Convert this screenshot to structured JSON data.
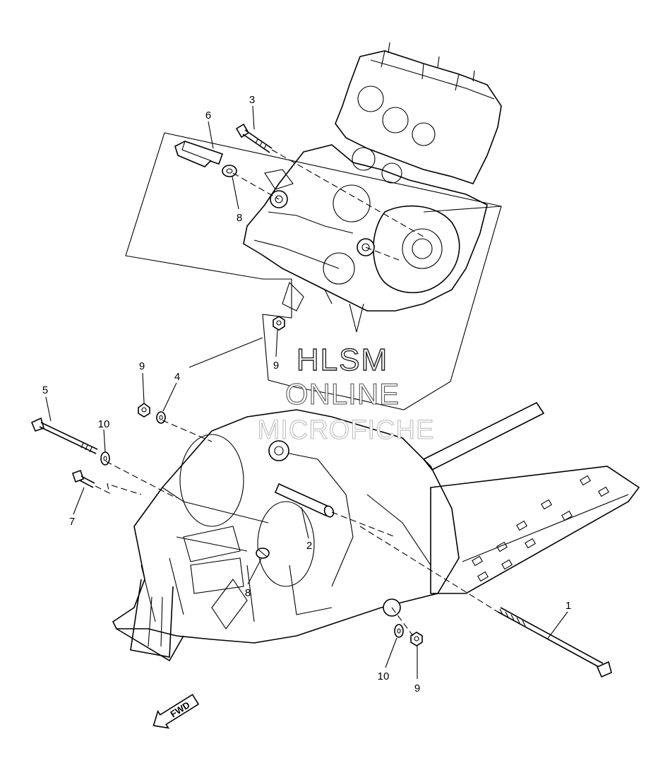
{
  "callouts": {
    "c1": "1",
    "c2": "2",
    "c3": "3",
    "c4": "4",
    "c5": "5",
    "c6": "6",
    "c7": "7",
    "c8a": "8",
    "c8b": "8",
    "c9a": "9",
    "c9b": "9",
    "c9c": "9",
    "c10a": "10",
    "c10b": "10"
  },
  "watermark": {
    "line1": "HLSM",
    "line2": "ONLINE",
    "line3": "MICROFICHE"
  },
  "direction_label": "FWD"
}
